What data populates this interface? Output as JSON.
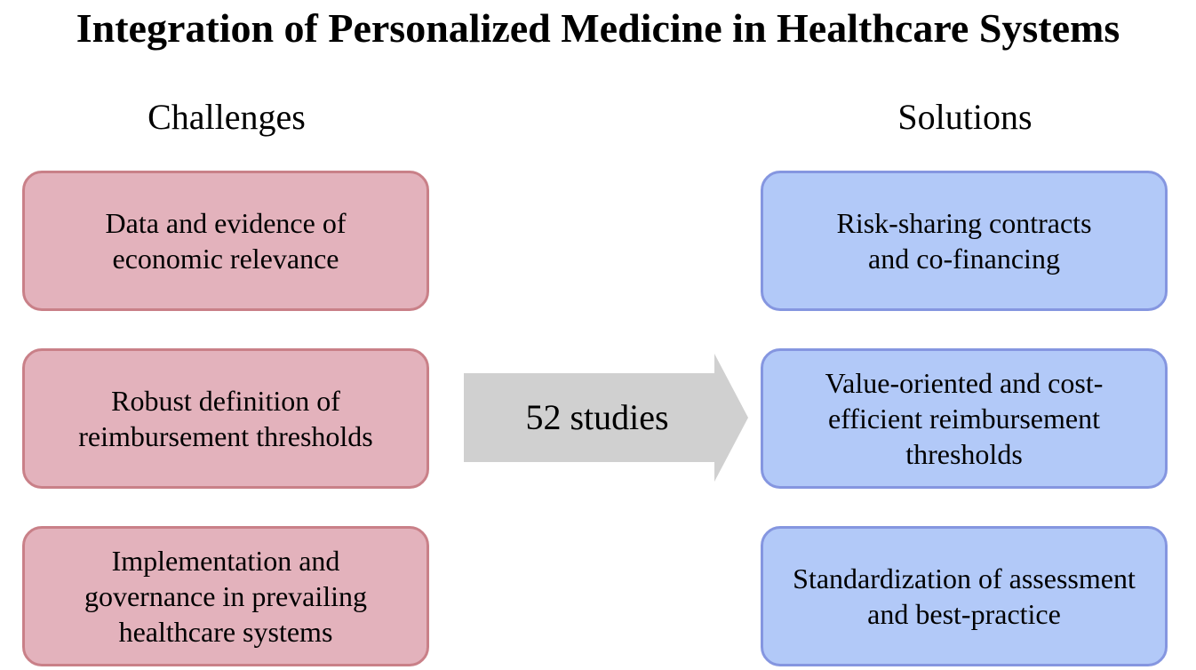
{
  "title": "Integration of Personalized Medicine in Healthcare Systems",
  "challenges": {
    "heading": "Challenges",
    "items": [
      {
        "text": "Data and evidence of\neconomic relevance"
      },
      {
        "text": "Robust definition of\nreimbursement thresholds"
      },
      {
        "text": "Implementation and\ngovernance in prevailing\nhealthcare systems"
      }
    ]
  },
  "solutions": {
    "heading": "Solutions",
    "items": [
      {
        "text": "Risk-sharing contracts\nand co-financing"
      },
      {
        "text": "Value-oriented and cost-\nefficient reimbursement\nthresholds"
      },
      {
        "text": "Standardization of assessment\nand best-practice"
      }
    ]
  },
  "arrow": {
    "label": "52 studies"
  },
  "colors": {
    "challenge_fill": "#e3b2bc",
    "challenge_border": "#c98088",
    "solution_fill": "#b2c9f8",
    "solution_border": "#8596e0",
    "arrow_fill": "#d0d0d0"
  }
}
